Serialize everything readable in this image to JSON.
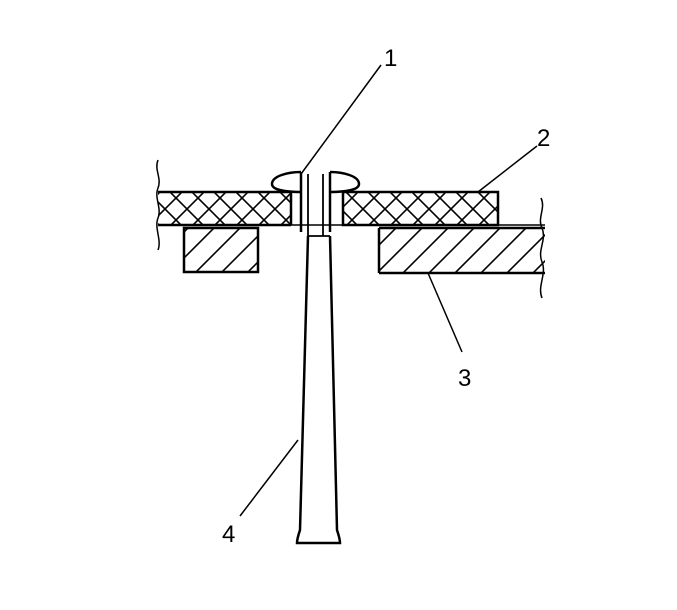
{
  "diagram": {
    "callouts": [
      {
        "id": "1",
        "label": "1"
      },
      {
        "id": "2",
        "label": "2"
      },
      {
        "id": "3",
        "label": "3"
      },
      {
        "id": "4",
        "label": "4"
      }
    ]
  },
  "colors": {
    "stroke": "#000000",
    "background": "#ffffff"
  }
}
